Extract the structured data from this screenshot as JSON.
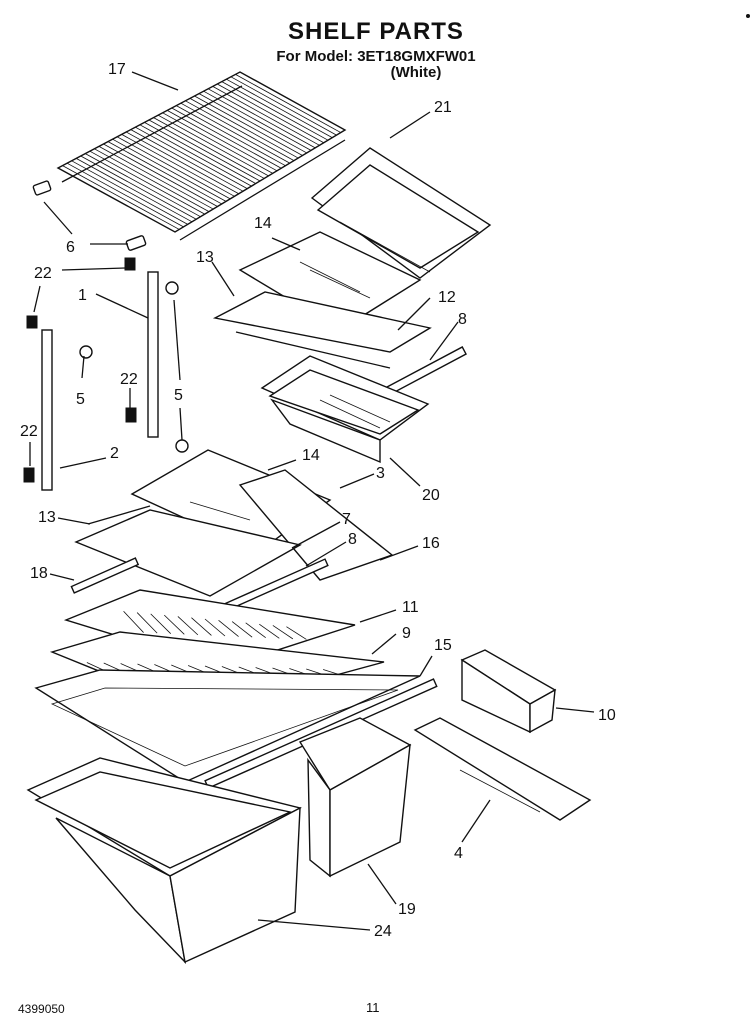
{
  "header": {
    "title": "SHELF PARTS",
    "model_line": "For Model: 3ET18GMXFW01",
    "color_line": "(White)"
  },
  "footer": {
    "doc_number": "4399050",
    "page_number": "11"
  },
  "callouts": [
    {
      "id": "c17",
      "label": "17"
    },
    {
      "id": "c21",
      "label": "21"
    },
    {
      "id": "c6",
      "label": "6"
    },
    {
      "id": "c14a",
      "label": "14"
    },
    {
      "id": "c13a",
      "label": "13"
    },
    {
      "id": "c22a",
      "label": "22"
    },
    {
      "id": "c12",
      "label": "12"
    },
    {
      "id": "c1",
      "label": "1"
    },
    {
      "id": "c8a",
      "label": "8"
    },
    {
      "id": "c22b",
      "label": "22"
    },
    {
      "id": "c5a",
      "label": "5"
    },
    {
      "id": "c5b",
      "label": "5"
    },
    {
      "id": "c22c",
      "label": "22"
    },
    {
      "id": "c2",
      "label": "2"
    },
    {
      "id": "c14b",
      "label": "14"
    },
    {
      "id": "c3",
      "label": "3"
    },
    {
      "id": "c20",
      "label": "20"
    },
    {
      "id": "c13b",
      "label": "13"
    },
    {
      "id": "c7",
      "label": "7"
    },
    {
      "id": "c8b",
      "label": "8"
    },
    {
      "id": "c16",
      "label": "16"
    },
    {
      "id": "c18",
      "label": "18"
    },
    {
      "id": "c11",
      "label": "11"
    },
    {
      "id": "c9",
      "label": "9"
    },
    {
      "id": "c15",
      "label": "15"
    },
    {
      "id": "c10",
      "label": "10"
    },
    {
      "id": "c4",
      "label": "4"
    },
    {
      "id": "c19",
      "label": "19"
    },
    {
      "id": "c24",
      "label": "24"
    }
  ]
}
